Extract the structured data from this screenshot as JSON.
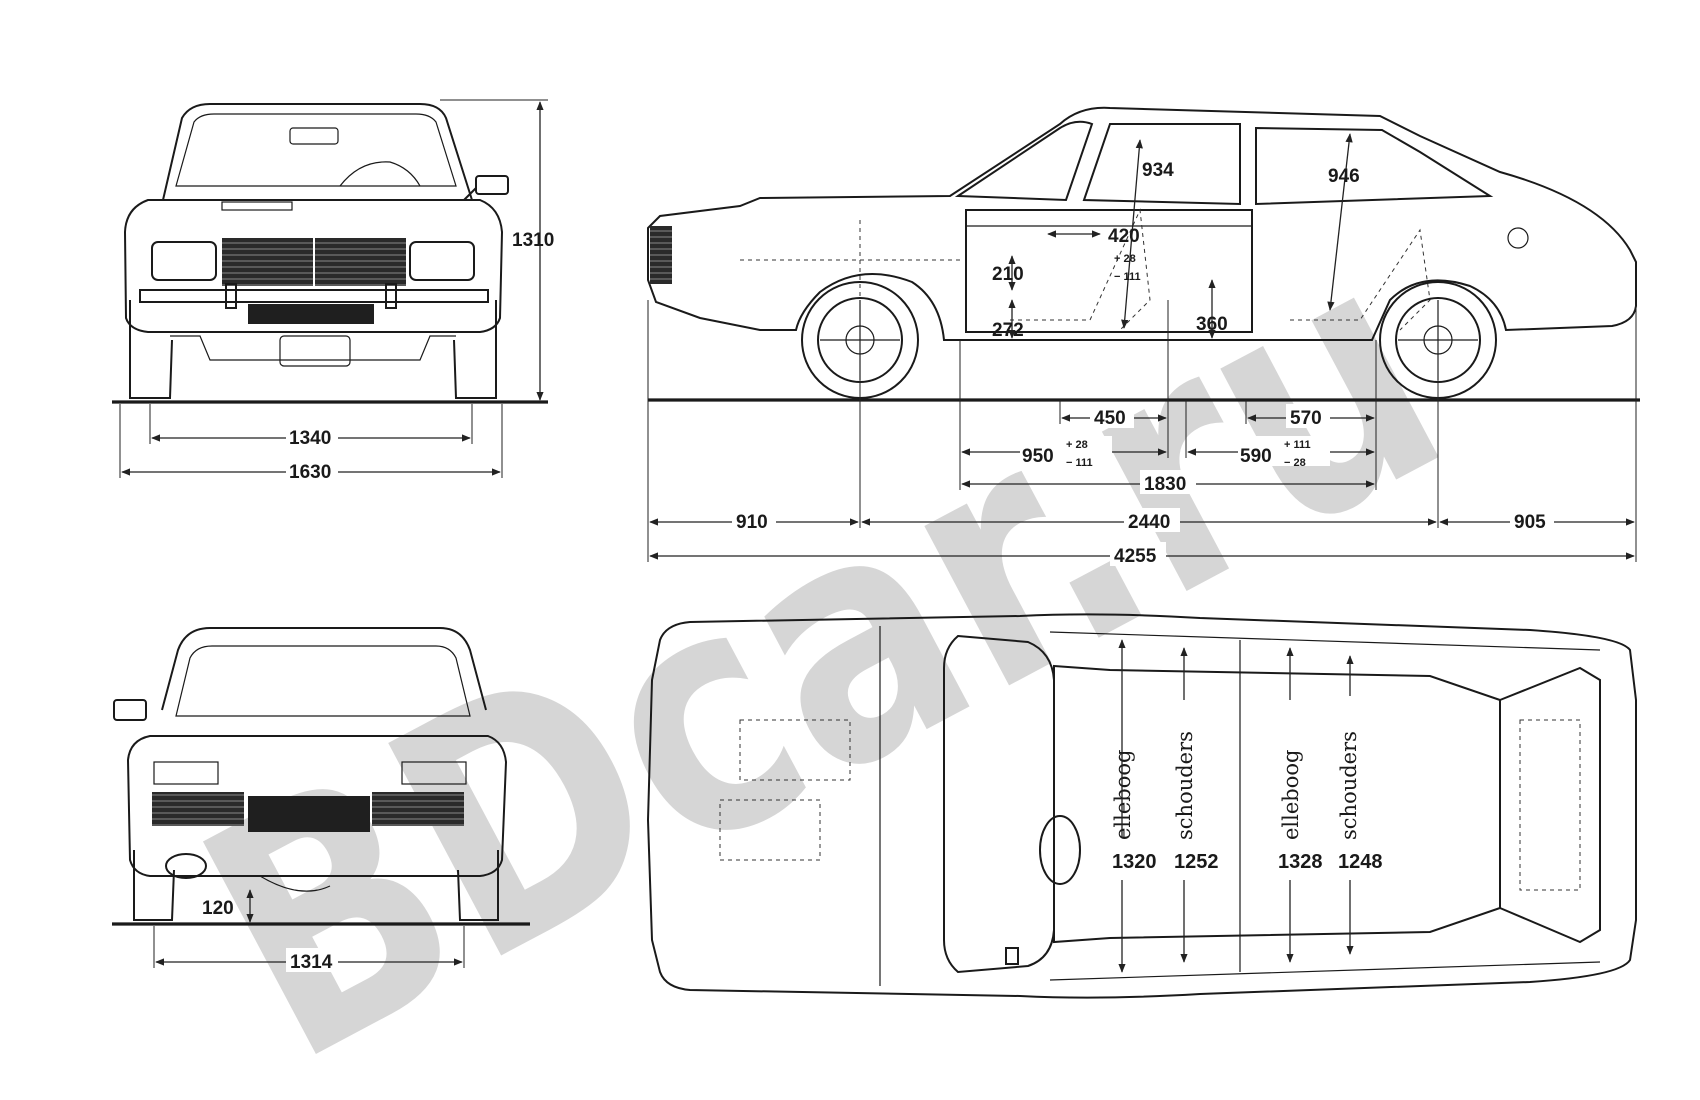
{
  "watermark": {
    "text": "BDcar.ru",
    "color": "#d6d6d6"
  },
  "front_view": {
    "height": "1310",
    "track": "1340",
    "width": "1630"
  },
  "rear_view": {
    "ground_clearance": "120",
    "track": "1314"
  },
  "side_view": {
    "headroom_front": "934",
    "headroom_rear": "946",
    "seat_travel": "420",
    "seat_travel_plus": "+ 28",
    "seat_travel_minus": "− 111",
    "seat_height": "210",
    "floor_height": "272",
    "rear_seat_height": "360",
    "dim_450": "450",
    "dim_570": "570",
    "dim_950": "950",
    "dim_950_plus": "+ 28",
    "dim_950_minus": "− 111",
    "dim_590": "590",
    "dim_590_plus": "+ 111",
    "dim_590_minus": "− 28",
    "interior_length": "1830",
    "front_overhang": "910",
    "wheelbase": "2440",
    "rear_overhang": "905",
    "overall_length": "4255"
  },
  "top_view": {
    "front_elbow_label": "elleboog",
    "front_shoulder_label": "schouders",
    "front_elbow_value": "1320",
    "front_shoulder_value": "1252",
    "rear_elbow_label": "elleboog",
    "rear_shoulder_label": "schouders",
    "rear_elbow_value": "1328",
    "rear_shoulder_value": "1248"
  }
}
